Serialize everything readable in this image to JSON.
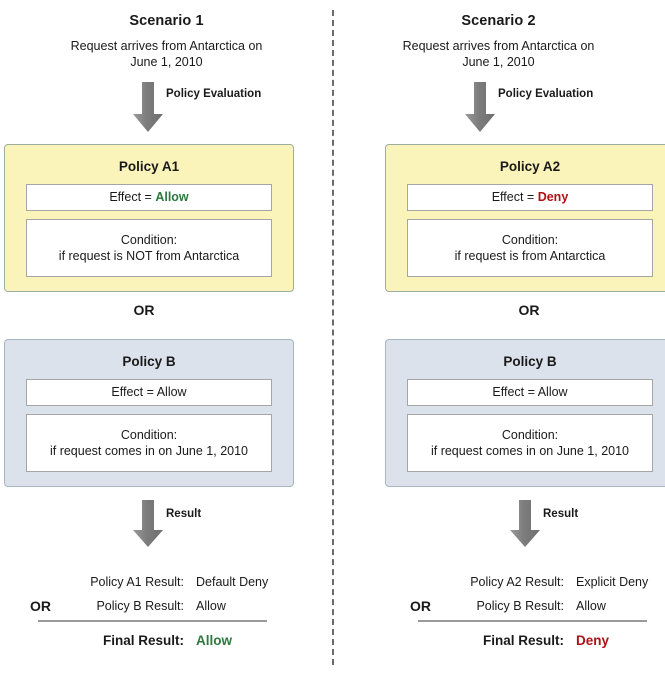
{
  "diagram": {
    "divider_style": "vertical-dashed",
    "colors": {
      "policy_a_fill": "#fbf4ba",
      "policy_a_border": "#9dada0",
      "policy_b_fill": "#dce2eb",
      "policy_b_border": "#a8b6c2",
      "allow_green": "#2d7a3e",
      "deny_red": "#b01116",
      "arrow_gray": "#808080"
    }
  },
  "scenarios": [
    {
      "title": "Scenario 1",
      "subtitle": "Request arrives from Antarctica on\nJune 1, 2010",
      "subtitle_line1": "Request arrives from Antarctica on",
      "subtitle_line2": "June 1, 2010",
      "eval_arrow_label": "Policy Evaluation",
      "policy_a": {
        "name": "Policy A1",
        "effect_prefix": "Effect = ",
        "effect_value": "Allow",
        "effect_value_color": "allow",
        "condition_label": "Condition:",
        "condition_text": "if request is NOT from Antarctica"
      },
      "operator": "OR",
      "policy_b": {
        "name": "Policy B",
        "effect_prefix": "Effect = ",
        "effect_value": "Allow",
        "effect_value_color": "plain",
        "condition_label": "Condition:",
        "condition_text": "if request comes in on June 1, 2010"
      },
      "result_arrow_label": "Result",
      "results": {
        "operator": "OR",
        "rows": [
          {
            "label": "Policy A1 Result:",
            "value": "Default Deny"
          },
          {
            "label": "Policy B Result:",
            "value": "Allow"
          }
        ],
        "final_label": "Final Result:",
        "final_value": "Allow",
        "final_color": "allow"
      }
    },
    {
      "title": "Scenario 2",
      "subtitle": "Request arrives from Antarctica on\nJune 1, 2010",
      "subtitle_line1": "Request arrives from Antarctica on",
      "subtitle_line2": "June 1, 2010",
      "eval_arrow_label": "Policy Evaluation",
      "policy_a": {
        "name": "Policy A2",
        "effect_prefix": "Effect = ",
        "effect_value": "Deny",
        "effect_value_color": "deny",
        "condition_label": "Condition:",
        "condition_text": "if request is from Antarctica"
      },
      "operator": "OR",
      "policy_b": {
        "name": "Policy B",
        "effect_prefix": "Effect = ",
        "effect_value": "Allow",
        "effect_value_color": "plain",
        "condition_label": "Condition:",
        "condition_text": "if request comes in on June 1, 2010"
      },
      "result_arrow_label": "Result",
      "results": {
        "operator": "OR",
        "rows": [
          {
            "label": "Policy A2 Result:",
            "value": "Explicit Deny"
          },
          {
            "label": "Policy B Result:",
            "value": "Allow"
          }
        ],
        "final_label": "Final Result:",
        "final_value": "Deny",
        "final_color": "deny"
      }
    }
  ]
}
